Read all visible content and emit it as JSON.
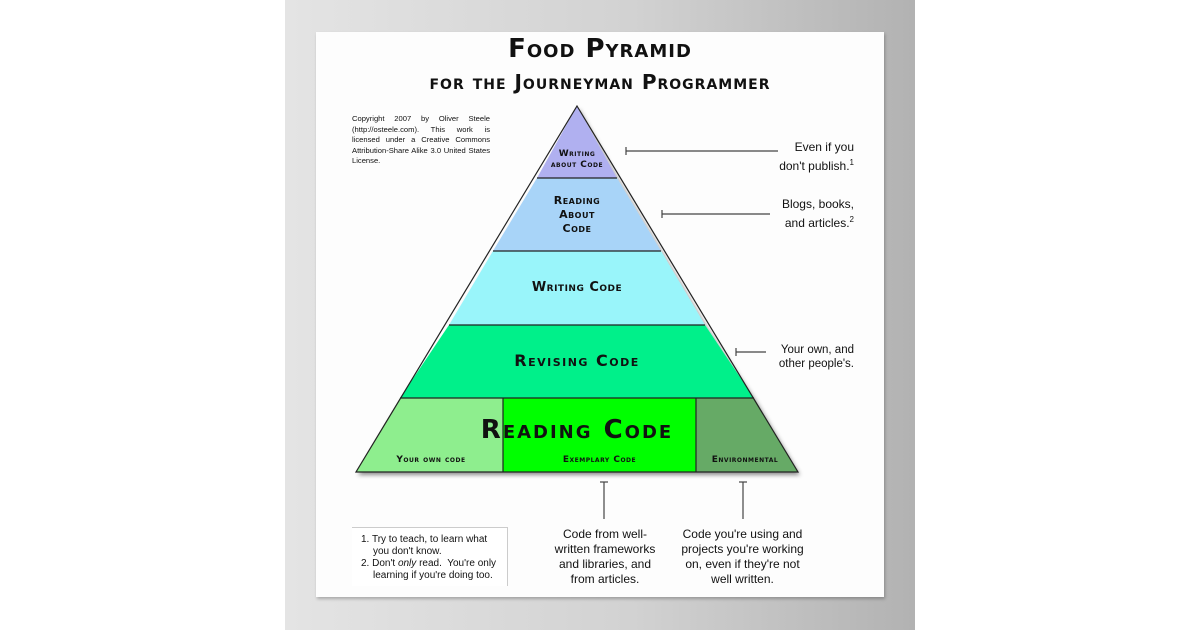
{
  "header": {
    "title": "Food Pyramid",
    "subtitle": "for the Journeyman Programmer"
  },
  "copyright": "Copyright 2007 by Oliver Steele (http://osteele.com). This work is licensed under a Creative Commons Attribution-Share Alike 3.0 United States License.",
  "pyramid": {
    "levels": [
      {
        "label_line1": "Writing",
        "label_line2": "about Code",
        "color": "#b0b0f0"
      },
      {
        "label_line1": "Reading",
        "label_line2": "About",
        "label_line3": "Code",
        "color": "#a8d4f8"
      },
      {
        "label": "Writing Code",
        "color": "#99f5fa"
      },
      {
        "label": "Revising Code",
        "color": "#00f08a"
      },
      {
        "label": "Reading Code",
        "segments": [
          {
            "label": "Your own code",
            "color": "#8eee8e"
          },
          {
            "label": "Exemplary Code",
            "color": "#00ff00"
          },
          {
            "label": "Environmental",
            "color": "#66aa66"
          }
        ]
      }
    ]
  },
  "annotations": {
    "writing_about": {
      "line1": "Even if you",
      "line2": "don't publish.",
      "footnote": "1"
    },
    "reading_about": {
      "line1": "Blogs, books,",
      "line2": "and articles.",
      "footnote": "2"
    },
    "revising": {
      "line1": "Your own, and",
      "line2": "other people's."
    },
    "exemplary": {
      "line1": "Code from well-",
      "line2": "written frameworks",
      "line3": "and libraries, and",
      "line4": "from articles."
    },
    "environmental": {
      "line1": "Code you're using and",
      "line2": "projects you're working",
      "line3": "on, even if they're not",
      "line4": "well written."
    }
  },
  "footnotes": [
    {
      "num": "1.",
      "text_a": "Try to teach, to learn what",
      "text_b": "you don't know."
    },
    {
      "num": "2.",
      "text_pre": "Don't ",
      "text_em": "only",
      "text_post": " read.  You're only",
      "text_b": "learning if you're doing too."
    }
  ]
}
